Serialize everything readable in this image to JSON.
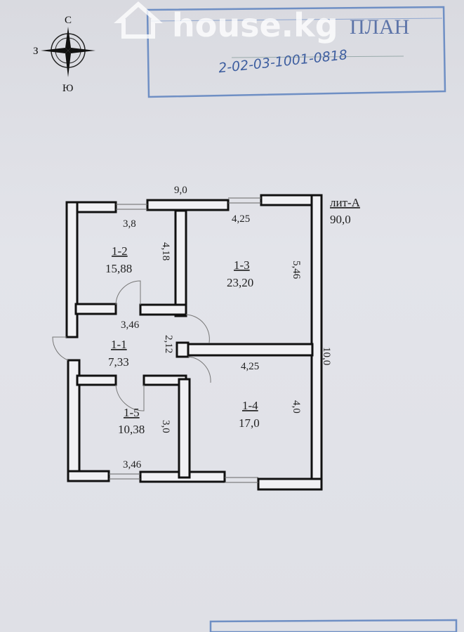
{
  "compass": {
    "north": "С",
    "west": "З",
    "south": "Ю"
  },
  "watermark": "house.kg",
  "stamp": {
    "title": "ПЛАН",
    "number": "2-02-03-1001-0818"
  },
  "building": {
    "letter": "лит-А",
    "total_area": "90,0"
  },
  "dimensions": {
    "overall_width": "9,0",
    "overall_length": "10,0",
    "room_1_2_width": "3,8",
    "room_1_2_length": "4,18",
    "room_1_3_width": "4,25",
    "room_1_3_length": "5,46",
    "room_1_1_width": "3,46",
    "room_1_1_length": "2,12",
    "room_1_4_width": "4,25",
    "room_1_4_length": "4,0",
    "room_1_5_width": "3,46",
    "room_1_5_length": "3,0"
  },
  "rooms": [
    {
      "id": "1-1",
      "area": "7,33"
    },
    {
      "id": "1-2",
      "area": "15,88"
    },
    {
      "id": "1-3",
      "area": "23,20"
    },
    {
      "id": "1-4",
      "area": "17,0"
    },
    {
      "id": "1-5",
      "area": "10,38"
    }
  ]
}
